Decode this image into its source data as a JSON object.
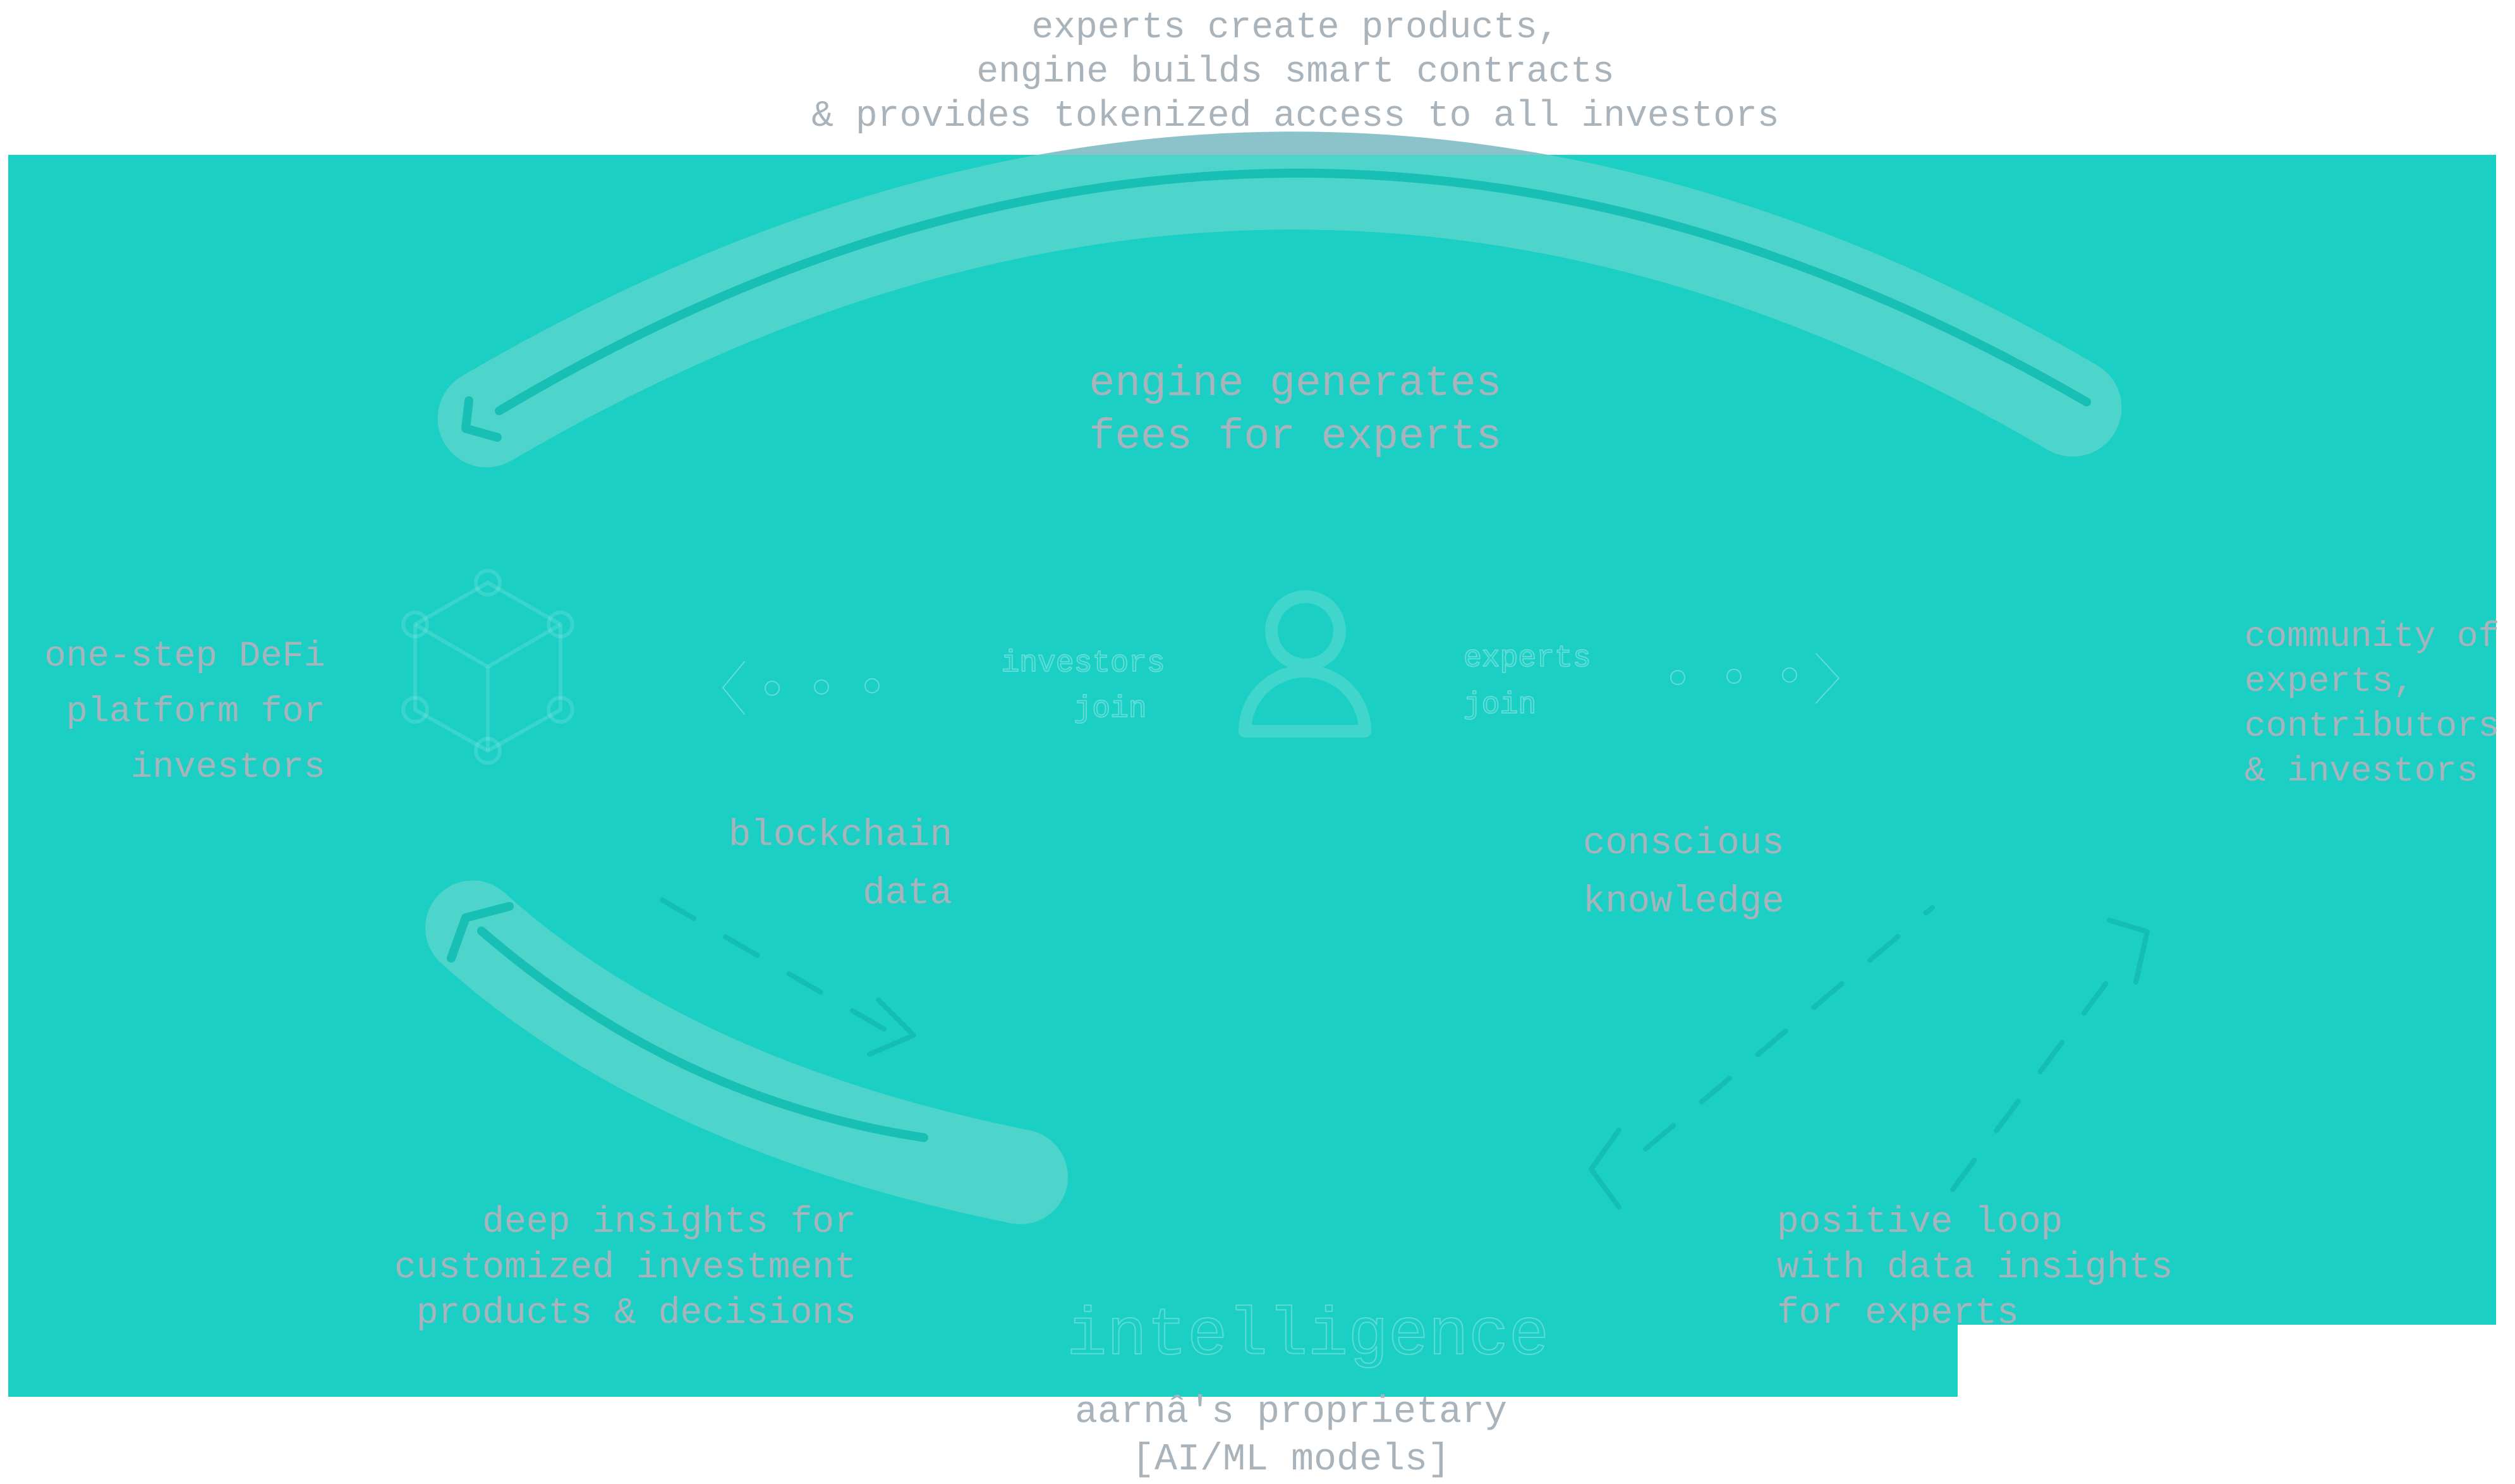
{
  "brand_colors": {
    "teal_background": "#1bcfc5",
    "loop_band": "#4dd4cb",
    "loop_band_on_white": "#8cc2ca",
    "loop_line": "#17bfb5",
    "text_gray": "#a9b3bb"
  },
  "captions": {
    "top": {
      "lines": [
        "experts create products,",
        "engine builds smart contracts",
        "& provides tokenized access to all investors"
      ]
    },
    "bottom": {
      "lines": [
        "aarnâ's proprietary",
        "[AI/ML models]"
      ]
    }
  },
  "labels": {
    "engine_fees": {
      "lines": [
        "engine generates",
        "fees for experts"
      ]
    },
    "investors_platform": {
      "lines": [
        "one-step DeFi",
        "platform for",
        "investors"
      ]
    },
    "community": {
      "lines": [
        "community of",
        "experts,",
        "contributors",
        "& investors"
      ]
    },
    "blockchain_data": {
      "lines": [
        "blockchain",
        "data"
      ]
    },
    "conscious_knowledge": {
      "lines": [
        "conscious",
        "knowledge"
      ]
    },
    "deep_insights": {
      "lines": [
        "deep insights for",
        "customized investment",
        "products & decisions"
      ]
    },
    "positive_loop": {
      "lines": [
        "positive loop",
        "with data insights",
        "for experts"
      ]
    }
  },
  "watermarks": {
    "investors_join": {
      "lines": [
        "investors",
        "join"
      ]
    },
    "experts_join": {
      "lines": [
        "experts",
        "join"
      ]
    },
    "intelligence": "intelligence"
  }
}
